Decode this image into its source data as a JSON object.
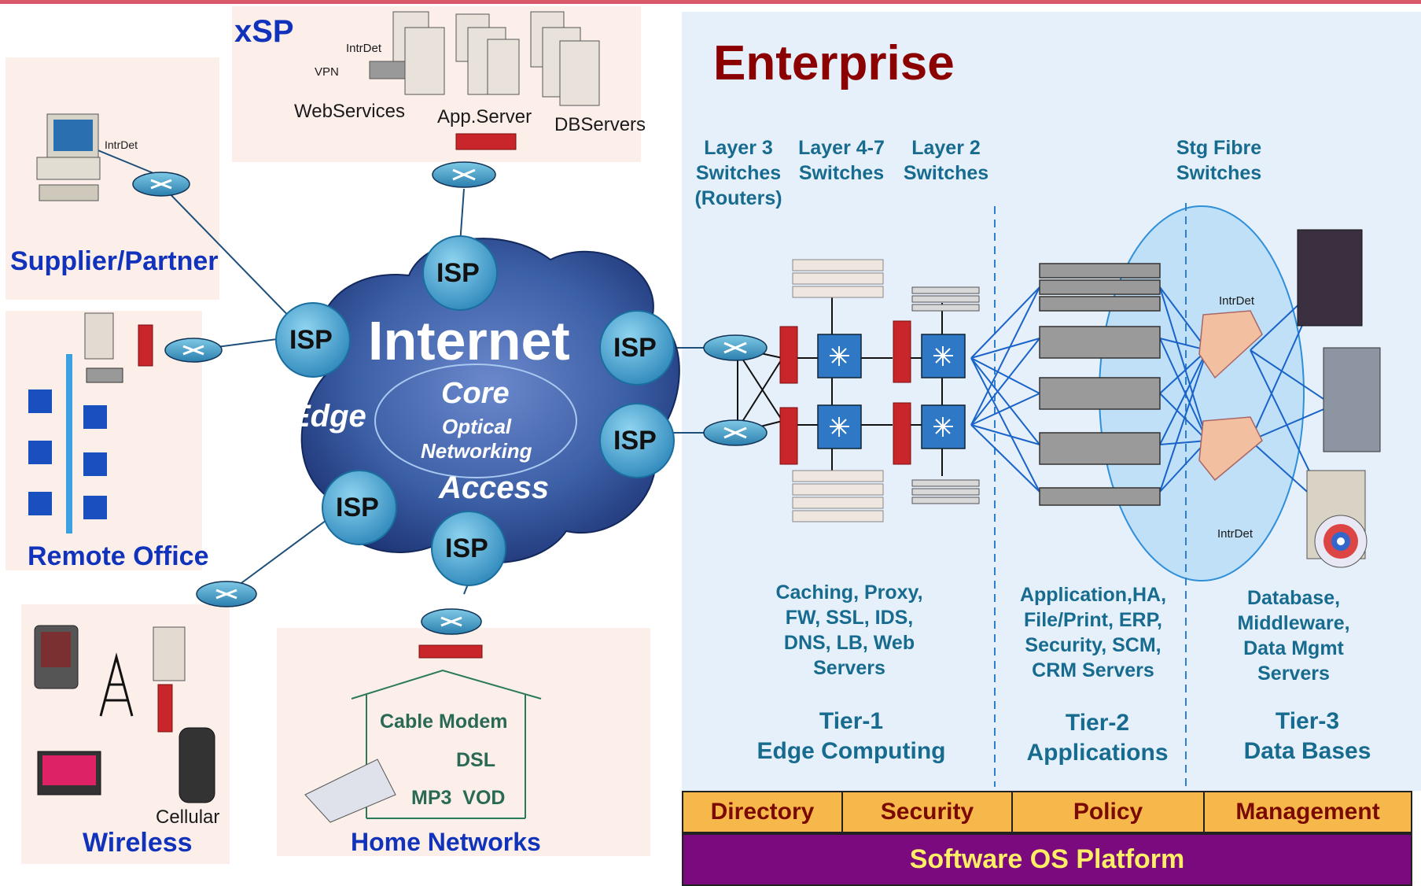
{
  "xsp": {
    "title": "xSP",
    "intrdet": "IntrDet",
    "vpn": "VPN",
    "web_services": "WebServices",
    "app_server": "App.Server",
    "db_servers": "DBServers"
  },
  "supplier": {
    "title": "Supplier/Partner",
    "intrdet": "IntrDet"
  },
  "remote_office": {
    "title": "Remote Office"
  },
  "wireless": {
    "title": "Wireless",
    "cellular": "Cellular"
  },
  "home": {
    "title": "Home Networks",
    "cable_modem": "Cable Modem",
    "dsl": "DSL",
    "mp3_vod": "MP3  VOD"
  },
  "cloud": {
    "internet": "Internet",
    "core": "Core",
    "optical": "Optical",
    "networking": "Networking",
    "edge": "Edge",
    "access": "Access",
    "isp": "ISP"
  },
  "enterprise": {
    "title": "Enterprise",
    "layer3": [
      "Layer 3",
      "Switches",
      "(Routers)"
    ],
    "layer47": [
      "Layer 4-7",
      "Switches"
    ],
    "layer2": [
      "Layer 2",
      "Switches"
    ],
    "stg_fibre": [
      "Stg Fibre",
      "Switches"
    ],
    "intrdet": "IntrDet",
    "tier1_desc": [
      "Caching, Proxy,",
      "FW, SSL, IDS,",
      "DNS, LB, Web",
      "Servers"
    ],
    "tier2_desc": [
      "Application,HA,",
      "File/Print, ERP,",
      "Security, SCM,",
      "CRM Servers"
    ],
    "tier3_desc": [
      "Database,",
      "Middleware,",
      "Data Mgmt",
      "Servers"
    ],
    "tier1": [
      "Tier-1",
      "Edge Computing"
    ],
    "tier2": [
      "Tier-2",
      "Applications"
    ],
    "tier3": [
      "Tier-3",
      "Data Bases"
    ]
  },
  "platform": {
    "cells": [
      "Directory",
      "Security",
      "Policy",
      "Management"
    ],
    "base": "Software OS Platform"
  },
  "colors": {
    "enterprise_bg": "#e6f0fb",
    "title_red": "#8b0000",
    "label_blue": "#1133bb",
    "label_teal": "#176b8f",
    "bar_orange": "#f6b84a",
    "bar_purple": "#7a0a7e",
    "base_text": "#ffee66",
    "cloud": "#3c5fa6",
    "isp": "#3aa0d0"
  }
}
